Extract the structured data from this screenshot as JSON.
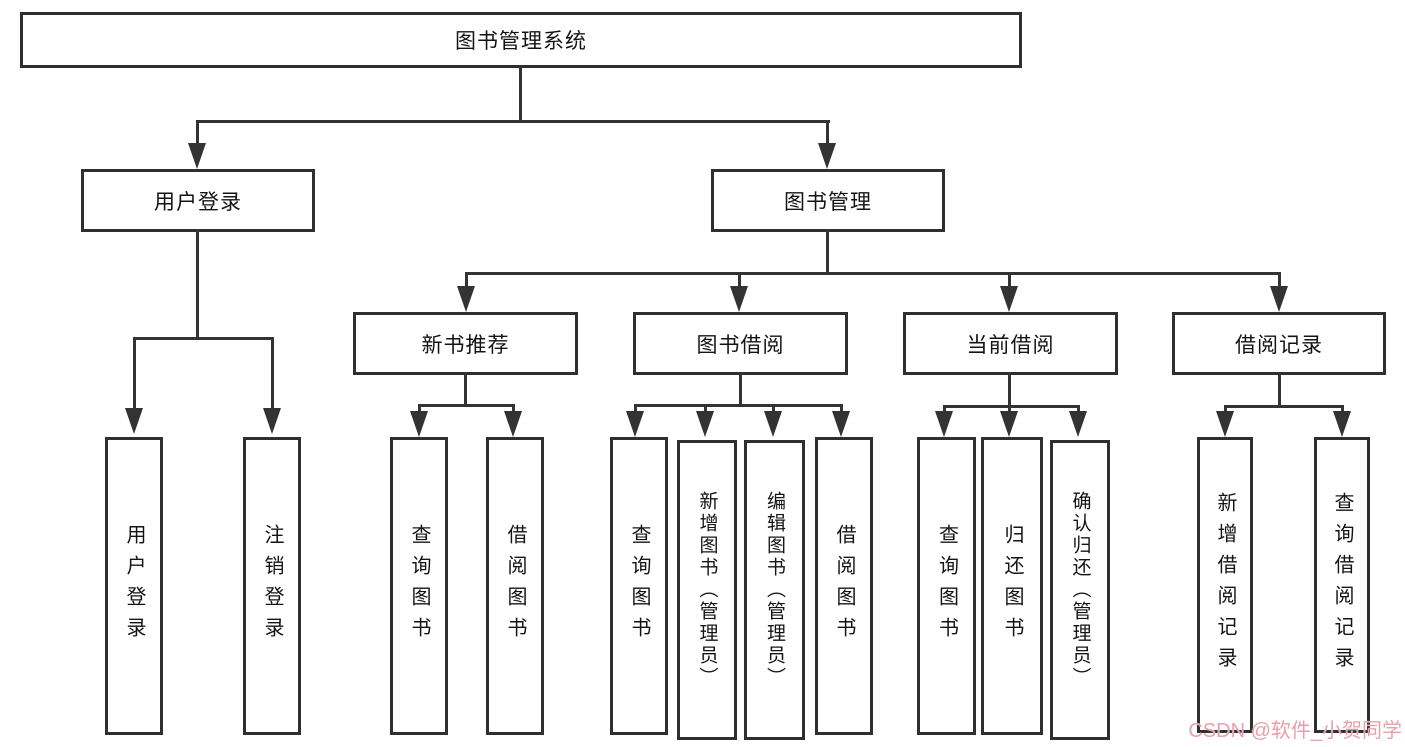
{
  "diagram": {
    "title": "图书管理系统",
    "nodes": {
      "root": "图书管理系统",
      "userLogin": "用户登录",
      "bookMgmt": "图书管理",
      "newBookRec": "新书推荐",
      "bookBorrow": "图书借阅",
      "currentBorrow": "当前借阅",
      "borrowRecords": "借阅记录",
      "userLoginLeaf": "用户登录",
      "logoutLeaf": "注销登录",
      "nbQuery": "查询图书",
      "nbBorrow": "借阅图书",
      "bbQuery": "查询图书",
      "bbAdd": "新增图书（管理员）",
      "bbEdit": "编辑图书（管理员）",
      "bbBorrow": "借阅图书",
      "cbQuery": "查询图书",
      "cbReturn": "归还图书",
      "cbConfirm": "确认归还（管理员）",
      "brAdd": "新增借阅记录",
      "brQuery": "查询借阅记录"
    },
    "watermark": "CSDN @软件_小贺同学",
    "colors": {
      "line": "#333333",
      "border": "#2f2f2f",
      "text": "#141414",
      "watermark": "#e8a0ae",
      "background": "#ffffff"
    }
  }
}
